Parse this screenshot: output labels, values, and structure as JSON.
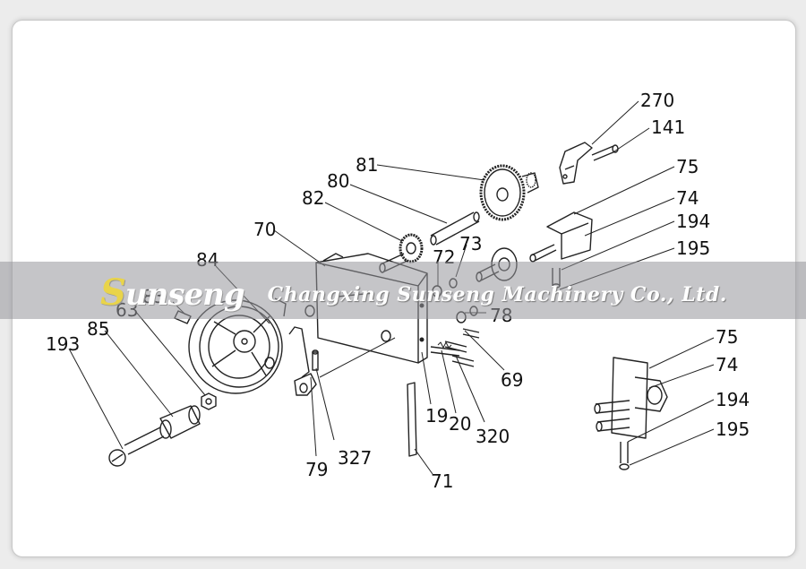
{
  "watermark": {
    "logo_first": "S",
    "logo_rest": "unseng",
    "company": "Changxing Sunseng Machinery Co., Ltd."
  },
  "callouts": {
    "c270": "270",
    "c141": "141",
    "c81": "81",
    "c75a": "75",
    "c80": "80",
    "c74a": "74",
    "c82": "82",
    "c194a": "194",
    "c73": "73",
    "c70": "70",
    "c195a": "195",
    "c72": "72",
    "c84": "84",
    "c83": "83",
    "c78": "78",
    "c63": "63",
    "c85": "85",
    "c75b": "75",
    "c69": "69",
    "c193": "193",
    "c74b": "74",
    "c194b": "194",
    "c19": "19",
    "c20": "20",
    "c320": "320",
    "c195b": "195",
    "c327": "327",
    "c79": "79",
    "c71": "71"
  }
}
